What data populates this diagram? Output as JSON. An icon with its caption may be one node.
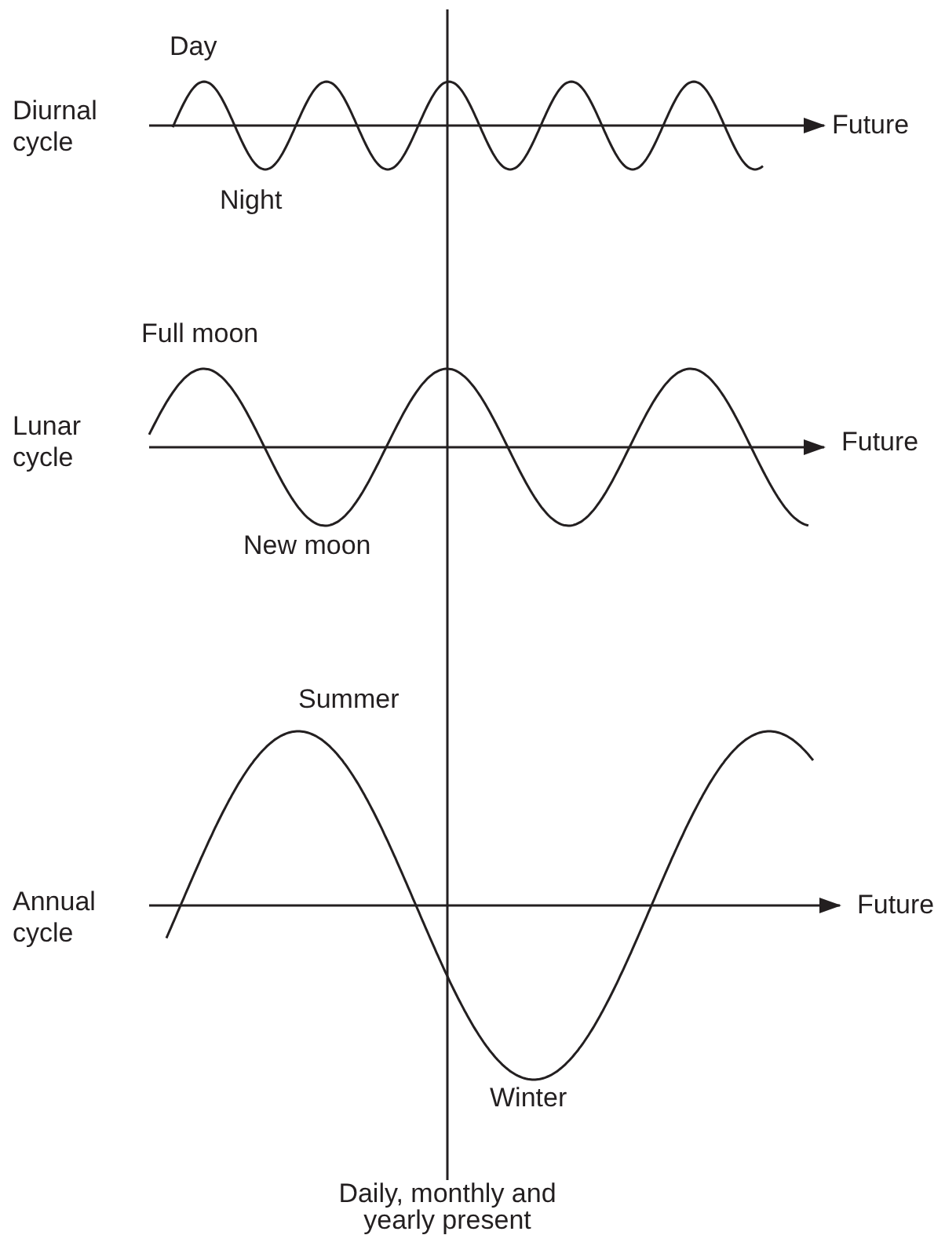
{
  "diagram": {
    "labels": [
      "Day",
      "Diurnal cycle",
      "Future",
      "Night",
      "Full moon",
      "Lunar cycle",
      "Future",
      "New moon",
      "Summer",
      "Annual cycle",
      "Future",
      "Winter",
      "Daily, monthly and yearly present"
    ]
  }
}
